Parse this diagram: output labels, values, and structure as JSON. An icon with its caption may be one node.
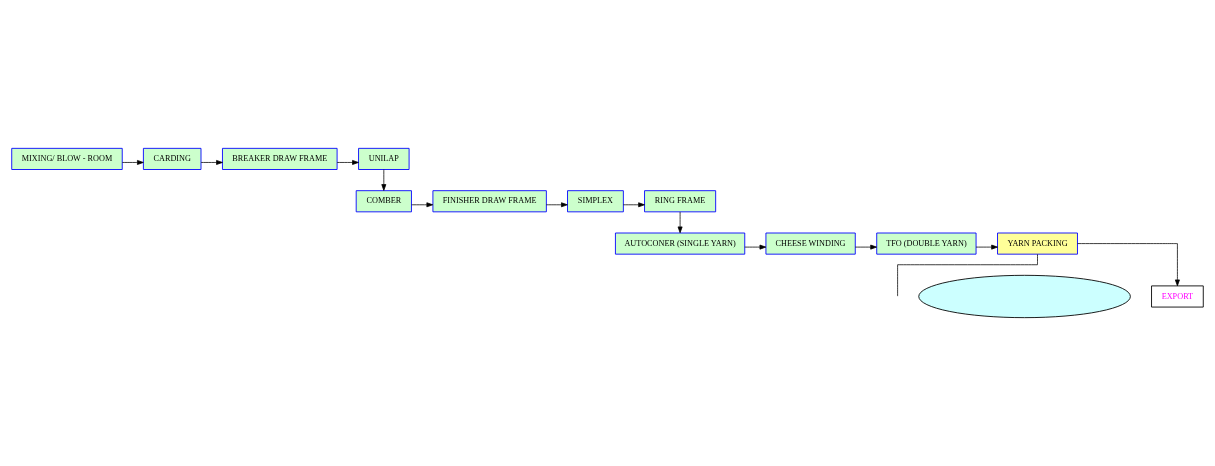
{
  "diagram": {
    "nodes": [
      {
        "text": [
          "MIXING/ BLOW - ROOM"
        ]
      },
      {
        "text": [
          "CARDING"
        ]
      },
      {
        "text": [
          "BREAKER DRAW FRAME"
        ]
      },
      {
        "text": [
          "UNILAP"
        ]
      },
      {
        "text": [
          "RING FRAME"
        ]
      },
      {
        "text": [
          "SIMPLEX"
        ]
      },
      {
        "text": [
          "FINISHER DRAW FRAME"
        ]
      },
      {
        "text": [
          "COMBER"
        ]
      },
      {
        "text": [
          "AUTOCONER (SINGLE YARN)"
        ]
      },
      {
        "text": [
          "CHEESE WINDING"
        ]
      },
      {
        "text": [
          "TFO (DOUBLE YARN)"
        ]
      },
      {
        "text": [
          "YARN PACKING"
        ]
      },
      {
        "text": [
          "EXPORT"
        ]
      },
      {
        "text": [],
        "shape": "ellipse"
      }
    ],
    "edges": [
      {
        "from": 0,
        "to": 1,
        "arrow": "to"
      },
      {
        "from": 1,
        "to": 2,
        "arrow": "to"
      },
      {
        "from": 2,
        "to": 3,
        "arrow": "to"
      },
      {
        "from": 3,
        "to": 7,
        "arrow": "to"
      },
      {
        "from": 7,
        "to": 6,
        "arrow": "to"
      },
      {
        "from": 6,
        "to": 5,
        "arrow": "to"
      },
      {
        "from": 5,
        "to": 4,
        "arrow": "to"
      },
      {
        "from": 4,
        "to": 8,
        "arrow": "to"
      },
      {
        "from": 8,
        "to": 9,
        "arrow": "to"
      },
      {
        "from": 9,
        "to": 10,
        "arrow": "to"
      },
      {
        "from": 10,
        "to": 11,
        "arrow": "to"
      },
      {
        "from": 11,
        "to": 12,
        "arrow": "to"
      },
      {
        "from": 11,
        "to": null,
        "arrow": "none"
      }
    ]
  }
}
